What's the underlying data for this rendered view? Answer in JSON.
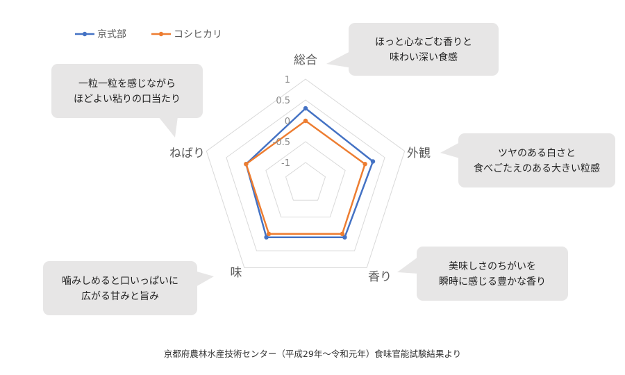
{
  "chart_data": {
    "type": "radar",
    "axes": [
      "総合",
      "外観",
      "香り",
      "味",
      "ねばり"
    ],
    "ticks": [
      "1",
      "0.5",
      "0",
      "-0.5",
      "-1"
    ],
    "rlim": [
      -1.5,
      1
    ],
    "grid": true,
    "legend_position": "top-left",
    "series": [
      {
        "name": "京式部",
        "values": [
          0.3,
          0.2,
          0.1,
          0.1,
          0.0
        ]
      },
      {
        "name": "コシヒカリ",
        "values": [
          0.0,
          0.0,
          0.0,
          0.0,
          0.0
        ]
      }
    ]
  },
  "colors": {
    "series_1": "#4472c4",
    "series_2": "#ed7d31",
    "grid": "#d9d9d9",
    "callout_bg": "#e7e6e6"
  },
  "callouts": [
    {
      "lines": [
        "ほっと心なごむ香りと",
        "味わい深い食感"
      ]
    },
    {
      "lines": [
        "ツヤのある白さと",
        "食べごたえのある大きい粒感"
      ]
    },
    {
      "lines": [
        "美味しさのちがいを",
        "瞬時に感じる豊かな香り"
      ]
    },
    {
      "lines": [
        "噛みしめると口いっぱいに",
        "広がる甘みと旨み"
      ]
    },
    {
      "lines": [
        "一粒一粒を感じながら",
        "ほどよい粘りの口当たり"
      ]
    }
  ],
  "source": "京都府農林水産技術センター（平成29年〜令和元年）食味官能試験結果より"
}
